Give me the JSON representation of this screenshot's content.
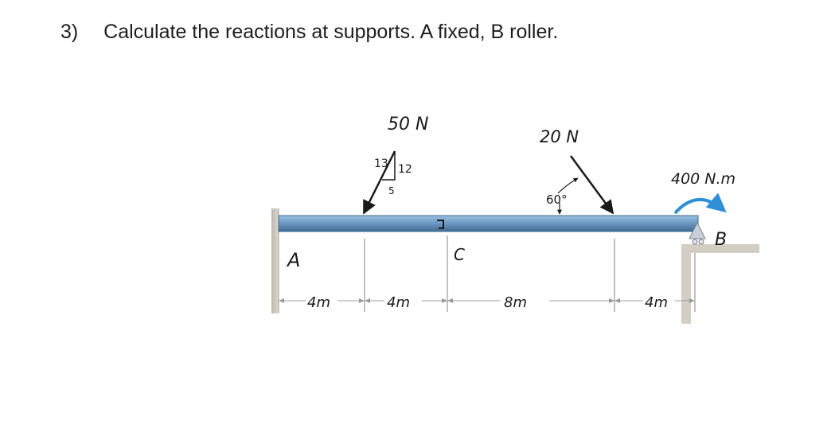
{
  "question": {
    "number": "3)",
    "text": "Calculate the reactions at supports. A fixed, B roller."
  },
  "loads": {
    "force_1": {
      "label": "50 N",
      "slope_hyp": "13",
      "slope_vert": "12",
      "slope_horiz": "5"
    },
    "force_2": {
      "label": "20 N",
      "angle": "60°"
    },
    "moment": {
      "label": "400 N.m"
    }
  },
  "points": {
    "a": "A",
    "b": "B",
    "c": "C"
  },
  "dimensions": [
    "4m",
    "4m",
    "8m",
    "4m"
  ],
  "colors": {
    "beam": "#6f9cc6",
    "beam_edge": "#3f6a91",
    "support": "#cfcac0",
    "moment_arrow": "#2f8fd6",
    "ink": "#1a1a1a"
  }
}
